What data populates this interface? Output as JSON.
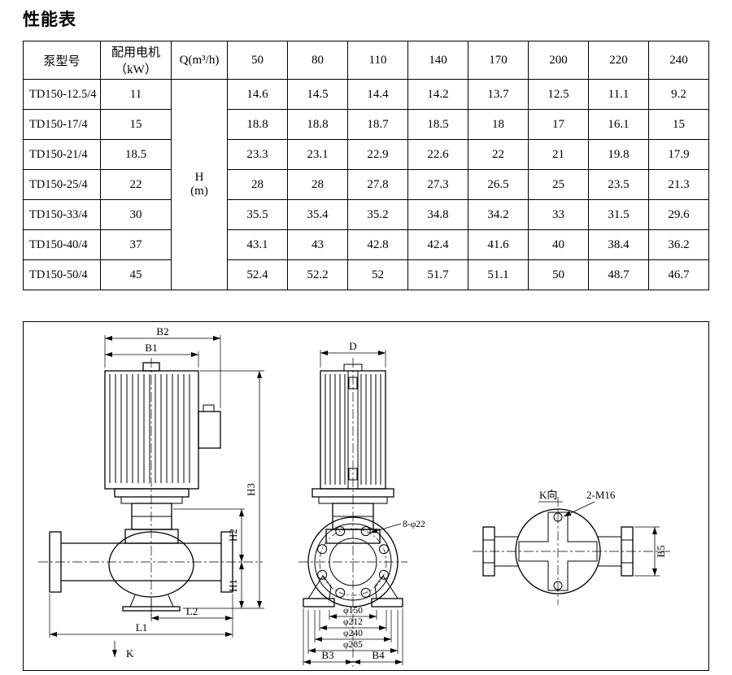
{
  "page": {
    "title": "性能表"
  },
  "table": {
    "headers": {
      "model": "泵型号",
      "motor_line1": "配用电机",
      "motor_line2": "（kW）",
      "flow": "Q(m³/h)",
      "flows": [
        "50",
        "80",
        "110",
        "140",
        "170",
        "200",
        "220",
        "240"
      ]
    },
    "head_cell": {
      "line1": "H",
      "line2": "(m)"
    },
    "rows": [
      {
        "model": "TD150-12.5/4",
        "power": "11",
        "values": [
          "14.6",
          "14.5",
          "14.4",
          "14.2",
          "13.7",
          "12.5",
          "11.1",
          "9.2"
        ]
      },
      {
        "model": "TD150-17/4",
        "power": "15",
        "values": [
          "18.8",
          "18.8",
          "18.7",
          "18.5",
          "18",
          "17",
          "16.1",
          "15"
        ]
      },
      {
        "model": "TD150-21/4",
        "power": "18.5",
        "values": [
          "23.3",
          "23.1",
          "22.9",
          "22.6",
          "22",
          "21",
          "19.8",
          "17.9"
        ]
      },
      {
        "model": "TD150-25/4",
        "power": "22",
        "values": [
          "28",
          "28",
          "27.8",
          "27.3",
          "26.5",
          "25",
          "23.5",
          "21.3"
        ]
      },
      {
        "model": "TD150-33/4",
        "power": "30",
        "values": [
          "35.5",
          "35.4",
          "35.2",
          "34.8",
          "34.2",
          "33",
          "31.5",
          "29.6"
        ]
      },
      {
        "model": "TD150-40/4",
        "power": "37",
        "values": [
          "43.1",
          "43",
          "42.8",
          "42.4",
          "41.6",
          "40",
          "38.4",
          "36.2"
        ]
      },
      {
        "model": "TD150-50/4",
        "power": "45",
        "values": [
          "52.4",
          "52.2",
          "52",
          "51.7",
          "51.1",
          "50",
          "48.7",
          "46.7"
        ]
      }
    ]
  },
  "drawing": {
    "side_view": {
      "dim_b2": "B2",
      "dim_b1": "B1",
      "dim_h3": "H3",
      "dim_h2": "H2",
      "dim_h1": "H1",
      "dim_l2": "L2",
      "dim_l1": "L1",
      "view_arrow": "K"
    },
    "front_view": {
      "dim_d": "D",
      "bolt_holes": "8-φ22",
      "dim_phi150": "φ150",
      "dim_phi212": "φ212",
      "dim_phi240": "φ240",
      "dim_phi285": "φ285",
      "dim_b3": "B3",
      "dim_b4": "B4"
    },
    "top_view": {
      "view_label": "K向",
      "thread_holes": "2-M16",
      "dim_b5": "B5"
    }
  }
}
